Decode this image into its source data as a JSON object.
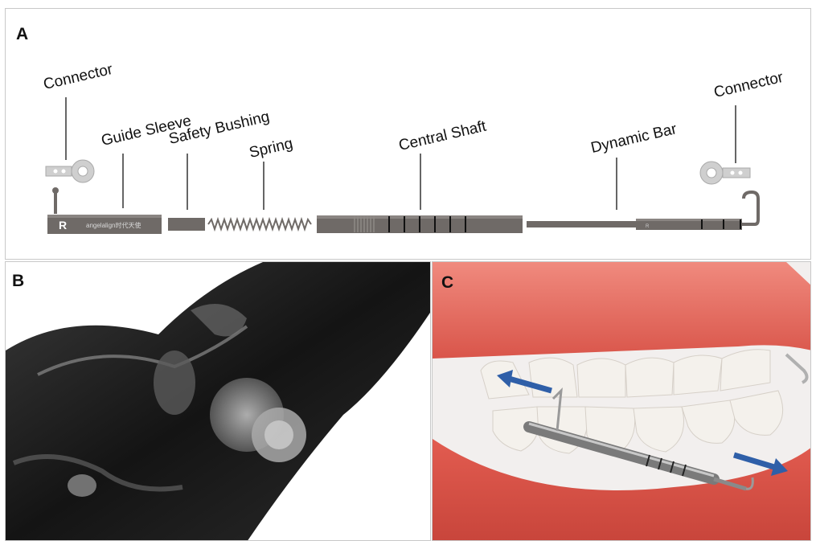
{
  "panels": {
    "a": {
      "letter": "A",
      "labels": {
        "connector_left": "Connector",
        "guide_sleeve": "Guide Sleeve",
        "safety_bushing": "Safety Bushing",
        "spring": "Spring",
        "central_shaft": "Central Shaft",
        "dynamic_bar": "Dynamic Bar",
        "connector_right": "Connector"
      },
      "sleeve_mark": "R",
      "brand": "angelalign时代天使",
      "bar_mark": "R"
    },
    "b": {
      "letter": "B"
    },
    "c": {
      "letter": "C"
    }
  },
  "colors": {
    "metal_dark": "#6f6a67",
    "metal_light": "#8a8582",
    "connector": "#c9c9c9",
    "gum": "#e8665a",
    "arrow": "#2f5fa8"
  }
}
